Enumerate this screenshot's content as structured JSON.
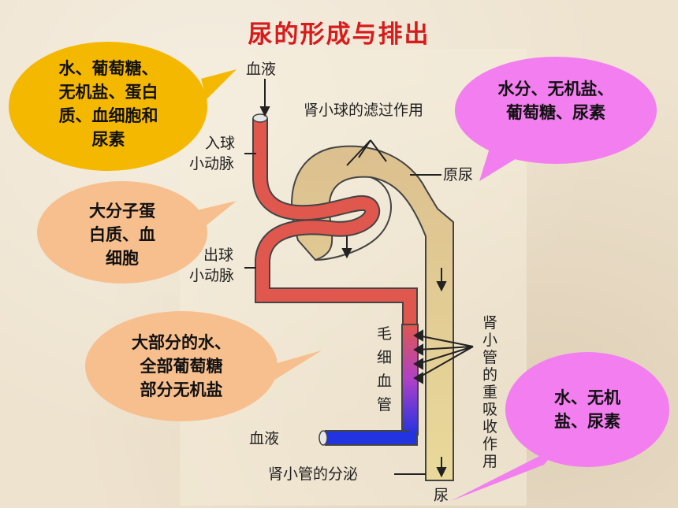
{
  "title": "尿的形成与排出",
  "labels": {
    "blood_in": "血液",
    "glomerulus_filtration": "肾小球的滤过作用",
    "afferent_1": "入球",
    "afferent_2": "小动脉",
    "efferent_1": "出球",
    "efferent_2": "小动脉",
    "primary_urine": "原尿",
    "capillary": [
      "毛",
      "细",
      "血",
      "管"
    ],
    "reabsorption": [
      "肾",
      "小",
      "管",
      "的",
      "重",
      "吸",
      "收",
      "作",
      "用"
    ],
    "blood_out": "血液",
    "tubule_secretion": "肾小管的分泌",
    "urine": "尿"
  },
  "bubbles": {
    "blood_components": "水、葡萄糖、无机盐、蛋白质、血细胞和尿素",
    "blood_components_lines": [
      "水、葡萄糖、",
      "无机盐、蛋白",
      "质、血细胞和",
      "尿素"
    ],
    "filtrate_lines": [
      "水分、无机盐、",
      "葡萄糖、尿素"
    ],
    "not_filtered_lines": [
      "大分子蛋",
      "白质、血",
      "细胞"
    ],
    "reabsorbed_lines": [
      "大部分的水、",
      "全部葡萄糖",
      "部分无机盐"
    ],
    "urine_lines": [
      "水、无机",
      "盐、尿素"
    ]
  },
  "colors": {
    "title": "#d81b1b",
    "artery": "#e0574e",
    "vein": "#1e2ee0",
    "tubule": "#dcc08f",
    "bubble_yellow": "#f5b800",
    "bubble_pink": "#f27ef0",
    "bubble_peach": "#f7bf8e"
  }
}
